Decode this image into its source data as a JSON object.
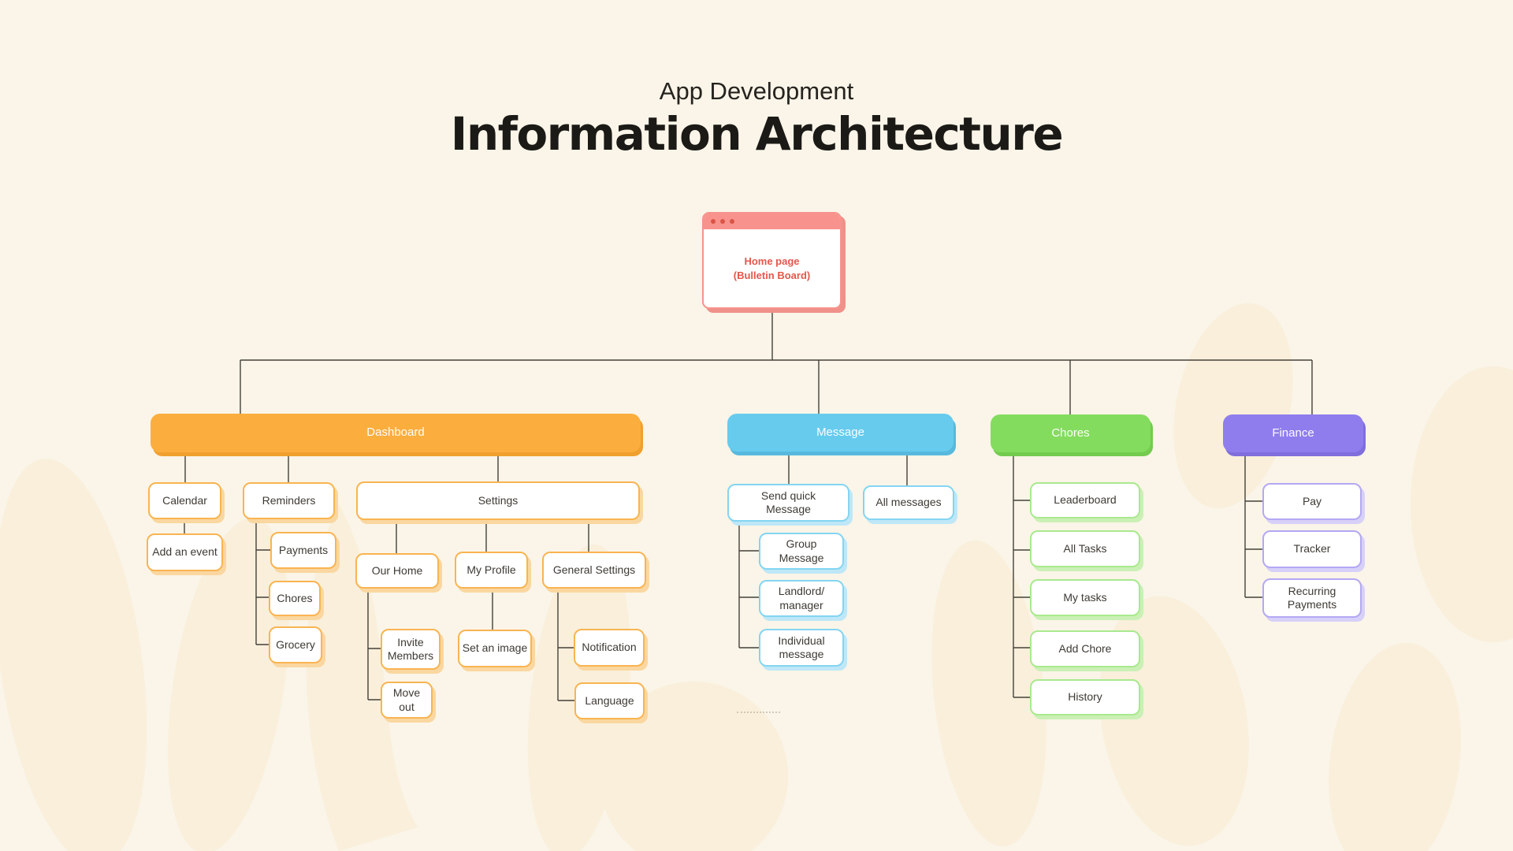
{
  "page": {
    "background": "#FAF5E8",
    "blob_color": "#F8E9D0",
    "connector_color": "#45413A"
  },
  "header": {
    "supertitle": "App Development",
    "title": "Information Architecture"
  },
  "root": {
    "line1": "Home page",
    "line2": "(Bulletin Board)",
    "accent": "#F7938C",
    "text_color": "#E4574C",
    "dot_color": "#D95448",
    "shadow": "#EF9189"
  },
  "sections": {
    "dashboard": {
      "label": "Dashboard",
      "colors": {
        "bar": "#FBAE3D",
        "bar_shadow": "#F0A02E",
        "child_border": "#F9B451",
        "child_shadow": "#FAD7A0"
      },
      "children": {
        "calendar": {
          "label": "Calendar",
          "children": {
            "add_event": {
              "label": "Add an event"
            }
          }
        },
        "reminders": {
          "label": "Reminders",
          "children": {
            "payments": {
              "label": "Payments"
            },
            "chores": {
              "label": "Chores"
            },
            "grocery": {
              "label": "Grocery"
            }
          }
        },
        "settings": {
          "label": "Settings",
          "children": {
            "our_home": {
              "label": "Our Home",
              "children": {
                "invite_members": {
                  "label": "Invite\nMembers"
                },
                "move_out": {
                  "label": "Move out"
                }
              }
            },
            "my_profile": {
              "label": "My Profile",
              "children": {
                "set_an_image": {
                  "label": "Set an image"
                }
              }
            },
            "general_settings": {
              "label": "General Settings",
              "children": {
                "notification": {
                  "label": "Notification"
                },
                "language": {
                  "label": "Language"
                }
              }
            }
          }
        }
      }
    },
    "message": {
      "label": "Message",
      "colors": {
        "bar": "#67CBEE",
        "bar_shadow": "#57B9DD",
        "child_border": "#84D5F1",
        "child_shadow": "#BEE7F7"
      },
      "children": {
        "send_quick_message": {
          "label": "Send quick\nMessage",
          "children": {
            "group_message": {
              "label": "Group Message"
            },
            "landlord_manager": {
              "label": "Landlord/\nmanager"
            },
            "individual_message": {
              "label": "Individual\nmessage"
            }
          }
        },
        "all_messages": {
          "label": "All messages"
        }
      }
    },
    "chores": {
      "label": "Chores",
      "colors": {
        "bar": "#84DC5F",
        "bar_shadow": "#74CB4F",
        "child_border": "#A9E98E",
        "child_shadow": "#CBF0B6"
      },
      "children": {
        "leaderboard": {
          "label": "Leaderboard"
        },
        "all_tasks": {
          "label": "All Tasks"
        },
        "my_tasks": {
          "label": "My tasks"
        },
        "add_chore": {
          "label": "Add Chore"
        },
        "history": {
          "label": "History"
        }
      }
    },
    "finance": {
      "label": "Finance",
      "colors": {
        "bar": "#8F7DEE",
        "bar_shadow": "#7F6EDC",
        "child_border": "#B4A8F4",
        "child_shadow": "#D7D0F8"
      },
      "children": {
        "pay": {
          "label": "Pay"
        },
        "tracker": {
          "label": "Tracker"
        },
        "recurring_payments": {
          "label": "Recurring\nPayments"
        }
      }
    }
  }
}
